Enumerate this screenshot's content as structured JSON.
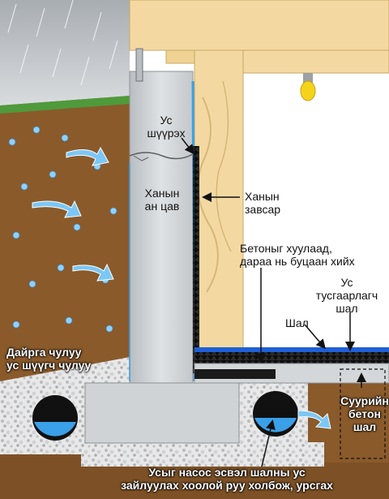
{
  "labels": {
    "water_crack": [
      "Ус",
      "шүүрэх"
    ],
    "wall": [
      "Ханын",
      "ан цав"
    ],
    "wall_liner": [
      "Ханын",
      "завсар"
    ],
    "pour_concrete": [
      "Бетоныг хуулаад,",
      "дараа нь буцаан хийх"
    ],
    "waterproof_floor": [
      "Ус",
      "тусгаарлагч",
      "шал"
    ],
    "floor": "Шал",
    "gravel": [
      "Дайрга чулуу",
      "ус шүүгч чулуу"
    ],
    "footing_slab": [
      "Суурийн",
      "бетон",
      "шал"
    ],
    "drain_pipe": [
      "Усыг насос эсвэл шалны ус",
      "зайлуулах хоолой руу холбож,  урсгах"
    ]
  },
  "colors": {
    "soil": "#8a5a2b",
    "concrete": "#cfd3d6",
    "wood": "#f3d9a1",
    "water": "#3aa0e8",
    "liner": "#1a1a1a",
    "floor_blue": "#1f5fd6",
    "bulb": "#f5d31b"
  }
}
